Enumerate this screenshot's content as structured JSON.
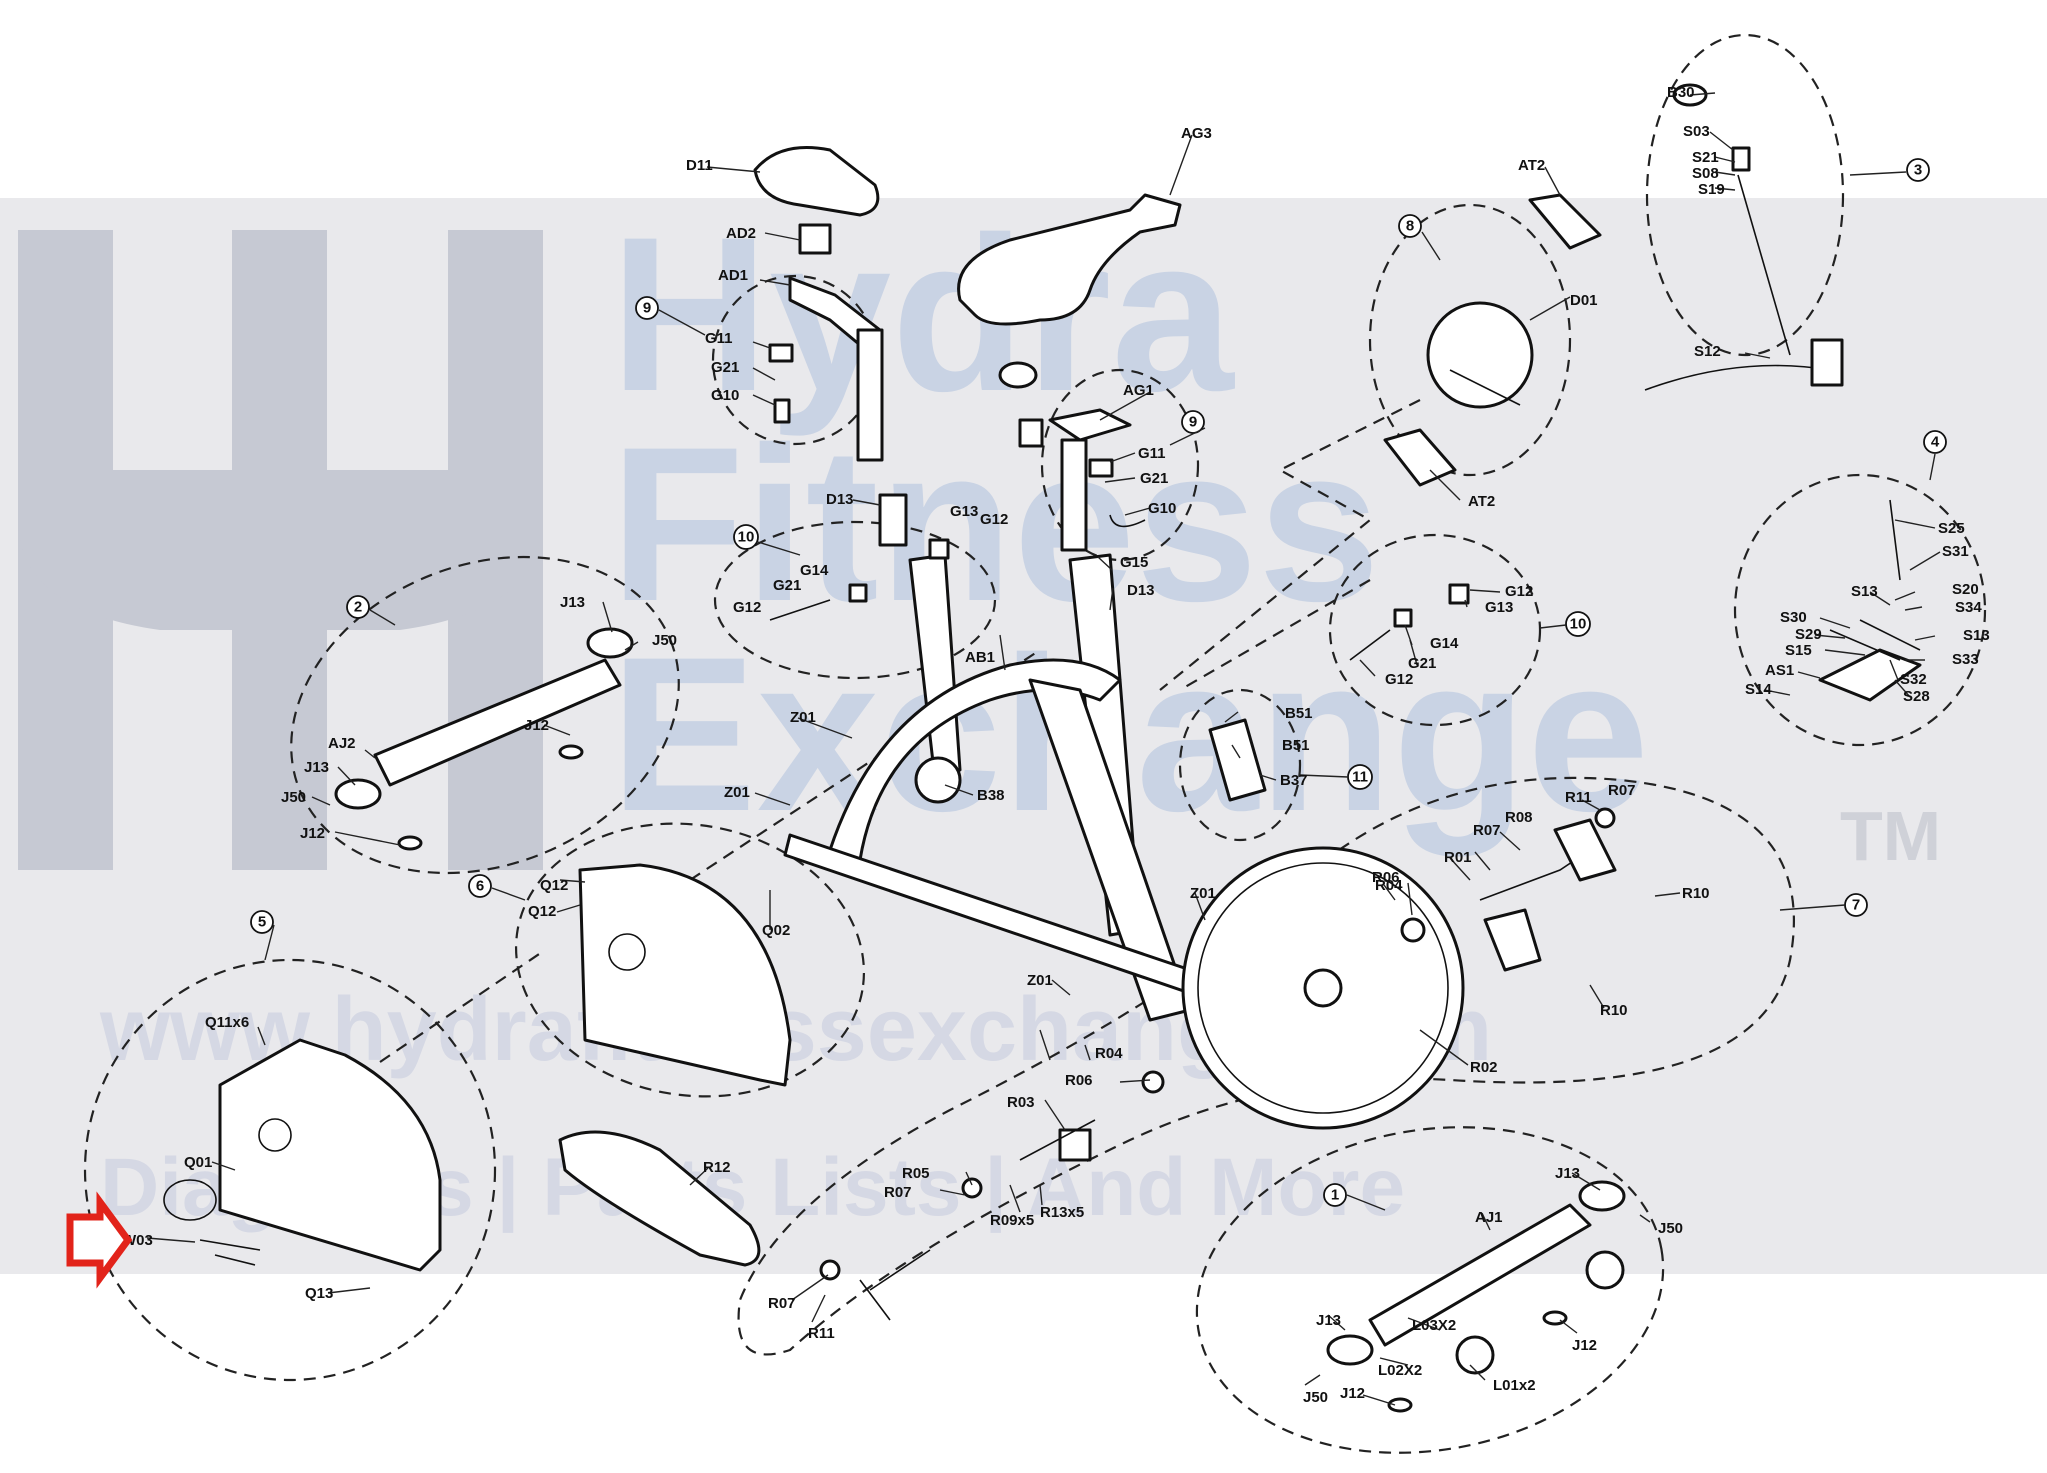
{
  "watermark": {
    "line1": "Hydra",
    "line2": "Fitness",
    "line3": "Exchange",
    "tm": "TM",
    "url": "www.hydrafitnessexchange.com",
    "tagline": "Diagrams | Parts Lists | And More"
  },
  "callouts": [
    "1",
    "2",
    "3",
    "4",
    "5",
    "6",
    "7",
    "8",
    "9",
    "9",
    "10",
    "10",
    "11"
  ],
  "parts": {
    "d11": "D11",
    "ad2": "AD2",
    "ad1": "AD1",
    "ag3": "AG3",
    "ag1": "AG1",
    "g11a": "G11",
    "g21a": "G21",
    "g10a": "G10",
    "g11b": "G11",
    "g21b": "G21",
    "g10b": "G10",
    "d13a": "D13",
    "d13b": "D13",
    "g13a": "G13",
    "g12a": "G12",
    "g14a": "G14",
    "g21c": "G21",
    "g12b": "G12",
    "g15": "G15",
    "ab1": "AB1",
    "at2a": "AT2",
    "at2b": "AT2",
    "d01": "D01",
    "b30": "B30",
    "s03": "S03",
    "s21": "S21",
    "s08": "S08",
    "s19": "S19",
    "s12": "S12",
    "s25": "S25",
    "s31": "S31",
    "s13a": "S13",
    "s20": "S20",
    "s34": "S34",
    "s30": "S30",
    "s29": "S29",
    "s13b": "S13",
    "s15": "S15",
    "s33": "S33",
    "as1": "AS1",
    "s32": "S32",
    "s14": "S14",
    "s28": "S28",
    "g12c": "G12",
    "g13b": "G13",
    "g14b": "G14",
    "g21d": "G21",
    "g12d": "G12",
    "b51a": "B51",
    "b51b": "B51",
    "b37": "B37",
    "b38": "B38",
    "j13a": "J13",
    "j50a": "J50",
    "aj2": "AJ2",
    "j12a": "J12",
    "j13b": "J13",
    "j50b": "J50",
    "j12b": "J12",
    "z01a": "Z01",
    "z01b": "Z01",
    "z01c": "Z01",
    "z01d": "Z01",
    "q12a": "Q12",
    "q12b": "Q12",
    "q02": "Q02",
    "r11a": "R11",
    "r07a": "R07",
    "r07b": "R07",
    "r08": "R08",
    "r01": "R01",
    "r04a": "R04",
    "r06a": "R06",
    "r10a": "R10",
    "r10b": "R10",
    "r02": "R02",
    "r04b": "R04",
    "r06b": "R06",
    "r03": "R03",
    "r05": "R05",
    "r07c": "R07",
    "r09": "R09x5",
    "r13": "R13x5",
    "r07d": "R07",
    "r11b": "R11",
    "r12": "R12",
    "q11": "Q11x6",
    "q01": "Q01",
    "w03": "W03",
    "q13": "Q13",
    "j13c": "J13",
    "aj1": "AJ1",
    "j50c": "J50",
    "l03": "L03X2",
    "j12c": "J12",
    "j13d": "J13",
    "l02": "L02X2",
    "l01": "L01x2",
    "j50d": "J50",
    "j12d": "J12"
  },
  "colors": {
    "watermark_band": "#e9e9ec",
    "watermark_logo": "#c6c9d3",
    "watermark_text": "#d5d8e4",
    "line": "#111111",
    "arrow": "#e2231a"
  },
  "arrow_icon": "red-pointer-arrow"
}
